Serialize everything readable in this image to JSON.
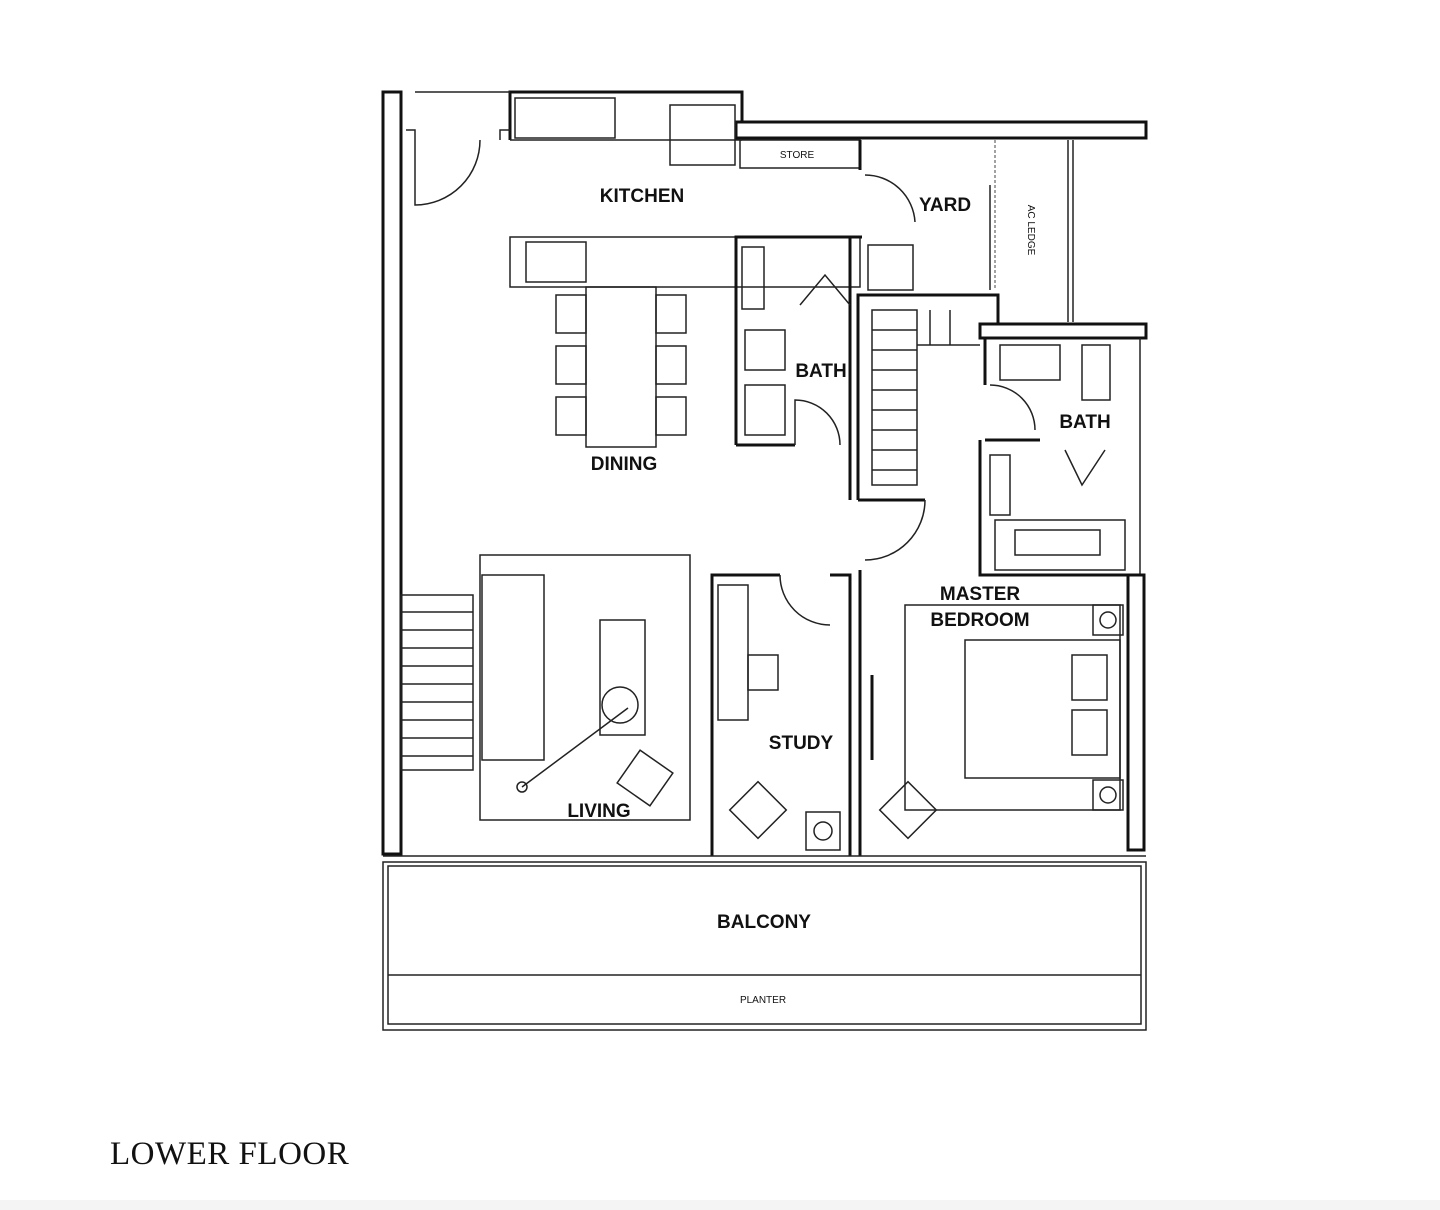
{
  "plan": {
    "title": "LOWER FLOOR",
    "rooms": {
      "kitchen": "KITCHEN",
      "store": "STORE",
      "yard": "YARD",
      "ac_ledge": "AC LEDGE",
      "bath_common": "BATH",
      "bath_master": "BATH",
      "dining": "DINING",
      "living": "LIVING",
      "study": "STUDY",
      "master_bedroom_1": "MASTER",
      "master_bedroom_2": "BEDROOM",
      "balcony": "BALCONY",
      "planter": "PLANTER"
    }
  }
}
